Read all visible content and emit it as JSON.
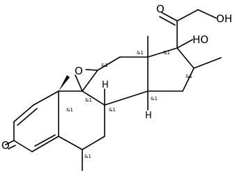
{
  "molecule": {
    "atom_labels": {
      "ketone_o_c3": "O",
      "ketone_o_c20": "O",
      "hydroxyl_c21": "OH",
      "hydroxyl_c17": "HO",
      "epoxide_o": "O",
      "h_c8": "H",
      "h_c14": "H"
    },
    "stereo_tag": "&1"
  }
}
